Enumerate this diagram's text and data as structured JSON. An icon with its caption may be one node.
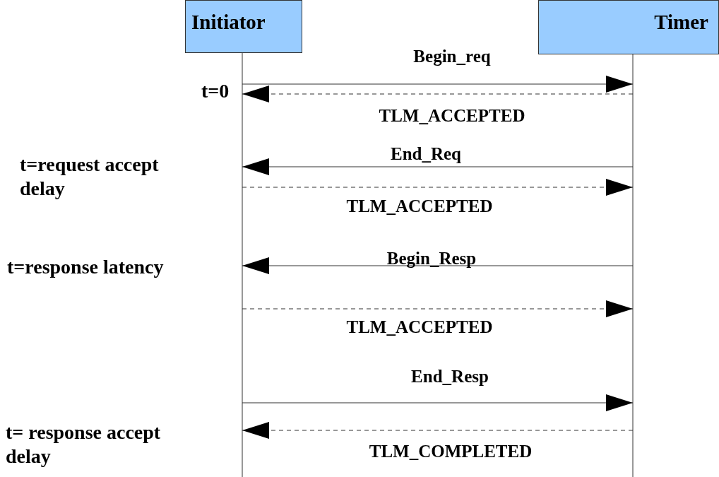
{
  "diagram": {
    "nodes": [
      {
        "text": [
          "Initiator"
        ]
      },
      {
        "text": [
          "Timer"
        ]
      }
    ],
    "edges": [
      {
        "from": 0,
        "to": 1,
        "arrow": "to",
        "label": "Begin_req"
      },
      {
        "from": 1,
        "to": 0,
        "arrow": "to",
        "label": "TLM_ACCEPTED",
        "style": "dashed"
      },
      {
        "from": 1,
        "to": 0,
        "arrow": "to",
        "label": "End_Req"
      },
      {
        "from": 0,
        "to": 1,
        "arrow": "to",
        "label": "TLM_ACCEPTED",
        "style": "dashed"
      },
      {
        "from": 1,
        "to": 0,
        "arrow": "to",
        "label": "Begin_Resp"
      },
      {
        "from": 0,
        "to": 1,
        "arrow": "to",
        "label": "TLM_ACCEPTED",
        "style": "dashed"
      },
      {
        "from": 0,
        "to": 1,
        "arrow": "to",
        "label": "End_Resp"
      },
      {
        "from": 1,
        "to": 0,
        "arrow": "to",
        "label": "TLM_COMPLETED",
        "style": "dashed"
      }
    ],
    "labels": [
      "t=0",
      "t=request accept delay",
      "t=response latency",
      "t= response accept delay"
    ]
  }
}
